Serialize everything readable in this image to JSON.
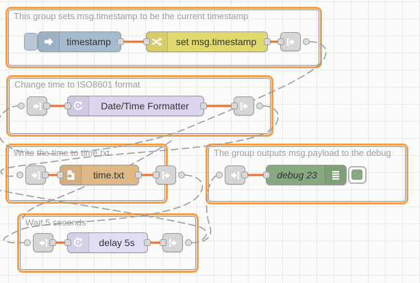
{
  "editor": {
    "app": "Node-RED flow editor canvas",
    "groups": {
      "g1": {
        "label": "This group sets msg.timestamp to be the current timestamp"
      },
      "g2": {
        "label": "Change time to ISO8601 format"
      },
      "g3": {
        "label": "Write the time to time.txt"
      },
      "g4": {
        "label": "The group outputs msg.payload to the debug"
      },
      "g5": {
        "label": "Wait 5 seconds"
      }
    },
    "nodes": {
      "inject": {
        "label": "timestamp",
        "type": "inject"
      },
      "change": {
        "label": "set msg.timestamp",
        "type": "change"
      },
      "datetime": {
        "label": "Date/Time Formatter",
        "type": "date-time-formatter"
      },
      "file": {
        "label": "time.txt",
        "type": "file write"
      },
      "debug": {
        "label": "debug 23",
        "type": "debug"
      },
      "delay": {
        "label": "delay 5s",
        "type": "delay"
      }
    },
    "colors": {
      "group_border": "#f2a04d",
      "group_inner_border": "#8f8f8f",
      "wire": "#ee6f2d",
      "link_wire": "#9b9b9b",
      "inject_node": "#a6bbcf",
      "change_node": "#e2d96e",
      "datetime_node": "#ddd4ef",
      "file_node": "#deb887",
      "debug_node": "#87a980",
      "delay_node": "#e2dcf5",
      "link_node": "#d6d6d6",
      "grid": "#e9e9e7"
    }
  }
}
